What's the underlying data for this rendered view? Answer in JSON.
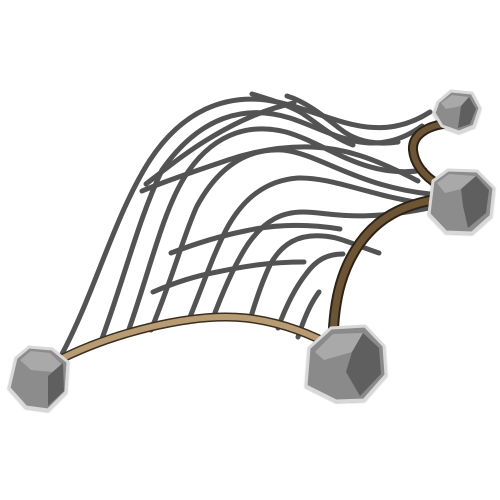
{
  "figure": {
    "subject": "net-with-stones-icon",
    "colors": {
      "background": "#ffffff",
      "net_line": "#5f5f5f",
      "net_line_dark": "#2f2f2f",
      "rope_light": "#b79b72",
      "rope_dark": "#6c5434",
      "stone_light": "#a9a9a9",
      "stone_mid": "#7f7f7f",
      "stone_dark": "#5a5a5a",
      "stone_outline": "#d8d8d8"
    },
    "stones": [
      {
        "name": "left-stone"
      },
      {
        "name": "center-stone"
      },
      {
        "name": "top-right-stone"
      },
      {
        "name": "middle-right-stone"
      }
    ]
  }
}
